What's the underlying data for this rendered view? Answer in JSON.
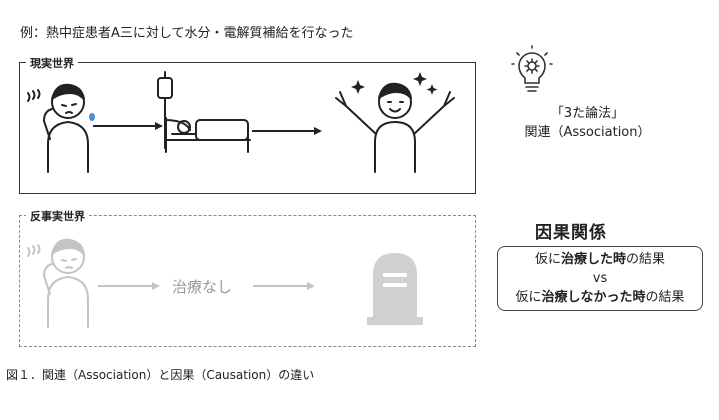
{
  "example_text": "例：熱中症患者A三に対して水分・電解質補給を行なった",
  "real_world": {
    "title": "現実世界"
  },
  "counterfactual_world": {
    "title": "反事実世界",
    "no_treatment_label": "治療なし"
  },
  "three_ta_rule": {
    "line1": "「3た論法」",
    "line2": "関連（Association）"
  },
  "causal": {
    "title": "因果関係",
    "line1_prefix": "仮に",
    "line1_bold": "治療した時",
    "line1_suffix": "の結果",
    "vs": "vs",
    "line2_prefix": "仮に",
    "line2_bold": "治療しなかった時",
    "line2_suffix": "の結果"
  },
  "caption": "図１．関連（Association）と因果（Causation）の違い",
  "icons": {
    "idea": "lightbulb-gear-icon",
    "sick_person": "sick-person-icon",
    "iv_bed": "iv-drip-bed-icon",
    "happy_person": "cheering-person-icon",
    "tombstone": "tombstone-icon"
  },
  "colors": {
    "ink": "#222222",
    "muted": "#b5b5b5",
    "drop": "#4a90d9"
  }
}
